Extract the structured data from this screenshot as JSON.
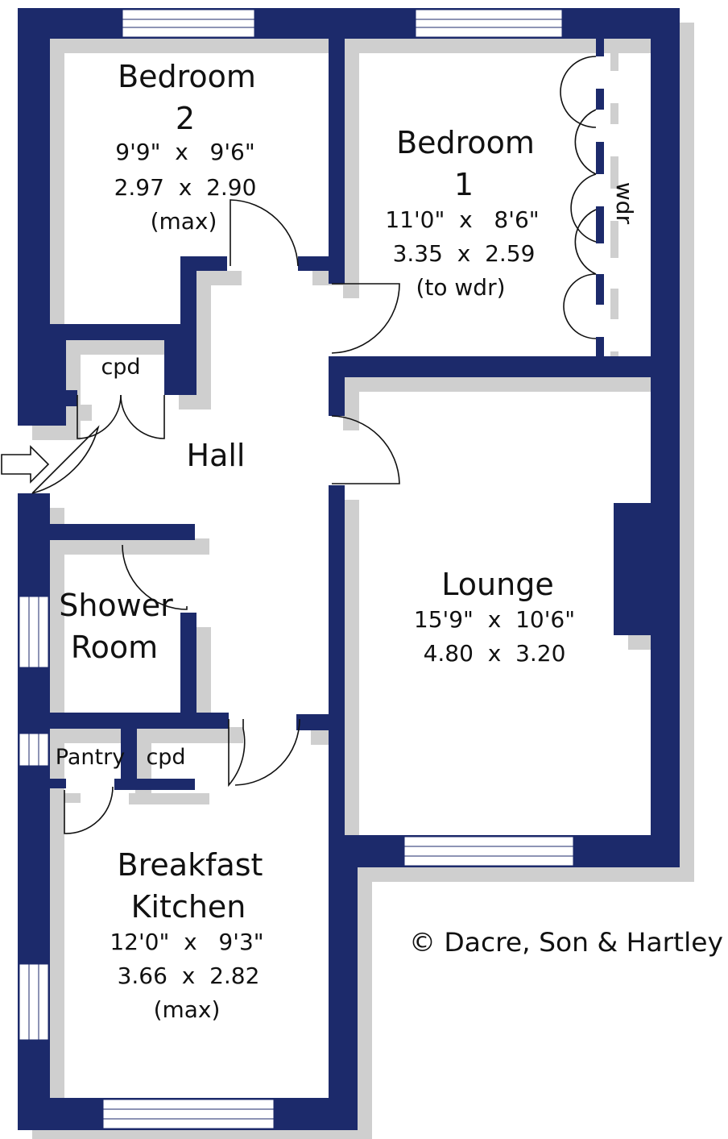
{
  "colors": {
    "wall": "#1c2a6b",
    "shadow": "#cfcfcf",
    "background": "#ffffff",
    "window": "#ffffff",
    "door_line": "#111111"
  },
  "rooms": {
    "bedroom2": {
      "name_1": "Bedroom",
      "name_2": "2",
      "imperial": "9'9\"  x   9'6\"",
      "metric": "2.97  x  2.90",
      "note": "(max)"
    },
    "bedroom1": {
      "name_1": "Bedroom",
      "name_2": "1",
      "imperial": "11'0\"  x   8'6\"",
      "metric": "3.35  x  2.59",
      "note": "(to wdr)"
    },
    "wardrobe": {
      "label": "wdr"
    },
    "cupboard_hall": {
      "label": "cpd"
    },
    "hall": {
      "label": "Hall"
    },
    "shower_room": {
      "name_1": "Shower",
      "name_2": "Room"
    },
    "pantry": {
      "label": "Pantry"
    },
    "cupboard_kitchen": {
      "label": "cpd"
    },
    "lounge": {
      "name": "Lounge",
      "imperial": "15'9\"  x  10'6\"",
      "metric": "4.80  x  3.20"
    },
    "kitchen": {
      "name_1": "Breakfast",
      "name_2": "Kitchen",
      "imperial": "12'0\"  x   9'3\"",
      "metric": "3.66  x  2.82",
      "note": "(max)"
    }
  },
  "copyright": "© Dacre, Son & Hartley",
  "entrance": {
    "icon": "arrow-right-icon"
  }
}
